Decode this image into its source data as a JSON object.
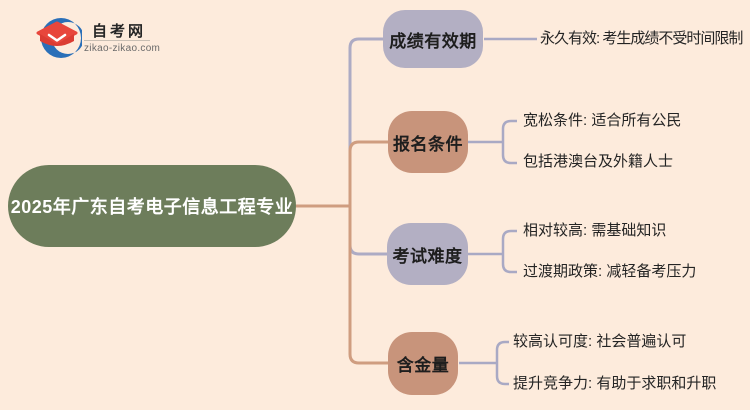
{
  "page": {
    "background_color": "#fdebdc"
  },
  "logo": {
    "title": "自考网",
    "domain": "zikao-zikao.com",
    "icon": "graduation-cap-crescent-icon",
    "cap_color": "#e8463c",
    "crescent_color": "#2a6fb8"
  },
  "mindmap": {
    "root": {
      "label": "2025年广东自考电子信息工程专业",
      "fill": "#6d7d5b",
      "text_color": "#ffffff"
    },
    "branches": [
      {
        "label": "成绩有效期",
        "fill": "#b3afc3",
        "leaves": [
          "永久有效: 考生成绩不受时间限制"
        ]
      },
      {
        "label": "报名条件",
        "fill": "#c8947b",
        "leaves": [
          "宽松条件: 适合所有公民",
          "包括港澳台及外籍人士"
        ]
      },
      {
        "label": "考试难度",
        "fill": "#b3afc3",
        "leaves": [
          "相对较高: 需基础知识",
          "过渡期政策: 减轻备考压力"
        ]
      },
      {
        "label": "含金量",
        "fill": "#c8947b",
        "leaves": [
          "较高认可度: 社会普遍认可",
          "提升竞争力: 有助于求职和升职"
        ]
      }
    ],
    "connector_colors": {
      "warm_branch_line": "#cf9d80",
      "cool_branch_line": "#adabc4",
      "leaf_line": "#a9a9c4"
    }
  }
}
